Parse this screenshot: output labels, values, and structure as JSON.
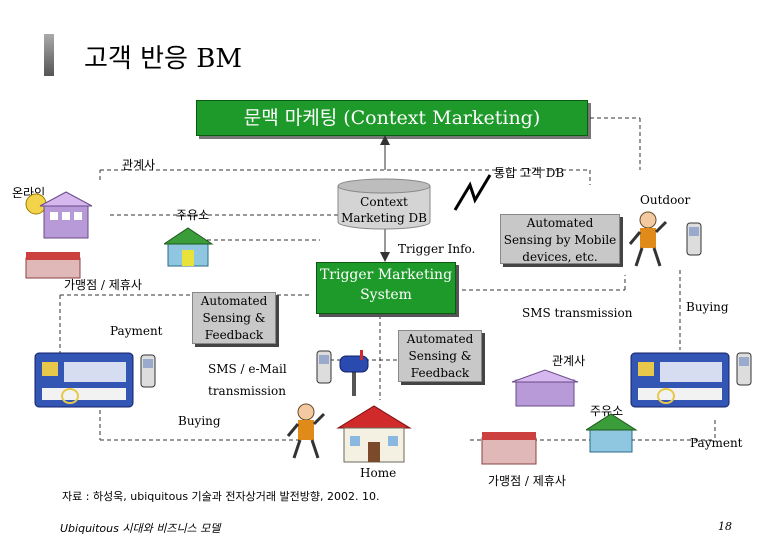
{
  "title": "고객 반응 BM",
  "banner": "문맥 마케팅 (Context Marketing)",
  "labels": {
    "affiliate_top": "관계사",
    "integrated_db": "통합 고객 DB",
    "online": "온라인",
    "gas_station_top": "주유소",
    "context_db": "Context Marketing DB",
    "trigger_info": "Trigger Info.",
    "outdoor": "Outdoor",
    "merchant_left": "가맹점 / 제휴사",
    "payment_left": "Payment",
    "buying_right": "Buying",
    "sms_transmission": "SMS transmission",
    "affiliate_right": "관계사",
    "gas_station_right": "주유소",
    "sms_email": "SMS / e-Mail transmission",
    "buying_left": "Buying",
    "payment_right": "Payment",
    "home": "Home",
    "merchant_bottom": "가맹점 / 제휴사",
    "source": "자료 : 하성욱, ubiquitous 기술과 전자상거래 발전방향, 2002. 10."
  },
  "boxes": {
    "trigger_system": "Trigger Marketing System",
    "auto_sensing_mobile": "Automated Sensing by Mobile devices, etc.",
    "auto_feedback_left": "Automated Sensing & Feedback",
    "auto_feedback_center": "Automated Sensing & Feedback"
  },
  "footer": {
    "left": "Ubiquitous 시대와 비즈니스 모델",
    "page": "18"
  },
  "colors": {
    "green": "#1e9a2a",
    "gray_box": "#c8c8c8",
    "card_blue": "#3356b5"
  }
}
